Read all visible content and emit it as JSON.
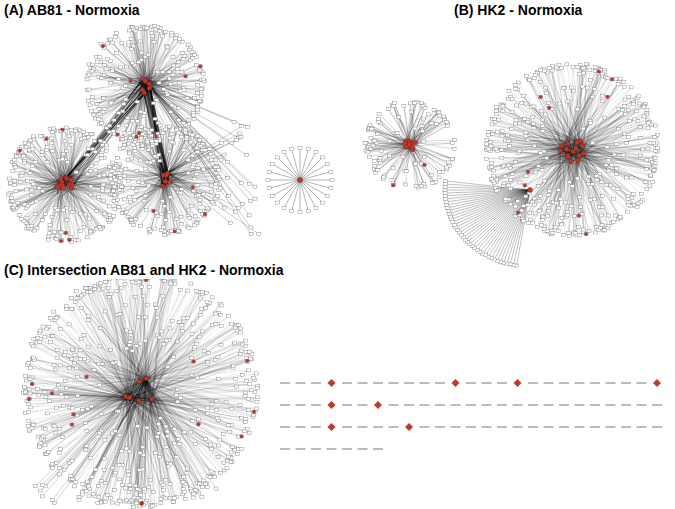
{
  "diagram": {
    "labels": [
      "(A) AB81 - Normoxia",
      "(B) HK2 - Normoxia",
      "(C) Intersection AB81 and HK2 - Normoxia"
    ]
  }
}
